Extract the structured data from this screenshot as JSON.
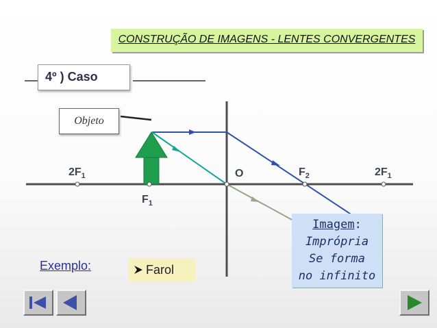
{
  "title": "CONSTRUÇÃO DE IMAGENS - LENTES  CONVERGENTES",
  "case_label": "4º ) Caso",
  "object_label": "Objeto",
  "points": {
    "left_2f": {
      "main": "2F",
      "sub": "1"
    },
    "center": "O",
    "right_focus": {
      "main": "F",
      "sub": "2"
    },
    "right_2f": {
      "main": "2F",
      "sub": "1"
    },
    "left_focus": {
      "main": "F",
      "sub": "1"
    }
  },
  "image_box": {
    "heading": "Imagem",
    "heading_colon": ":",
    "line1": "Imprópria",
    "line2": "Se forma",
    "line3": "no infinito"
  },
  "example_label": "Exemplo:",
  "example_item": "Farol",
  "bullet_icon": "arrow-bullet-icon",
  "colors": {
    "title_bg": "#d7f59e",
    "ray_blue": "#2f52a8",
    "ray_teal": "#12a697",
    "ray_gray": "#9aa58a",
    "object_arrow": "#1e9e4e",
    "image_box_bg": "#cfe0f6",
    "nav_arrow": "#3d4fa8",
    "nav_arrow_right": "#2a8a2a"
  },
  "nav": [
    "first-slide-icon",
    "previous-slide-icon",
    "next-slide-icon"
  ]
}
